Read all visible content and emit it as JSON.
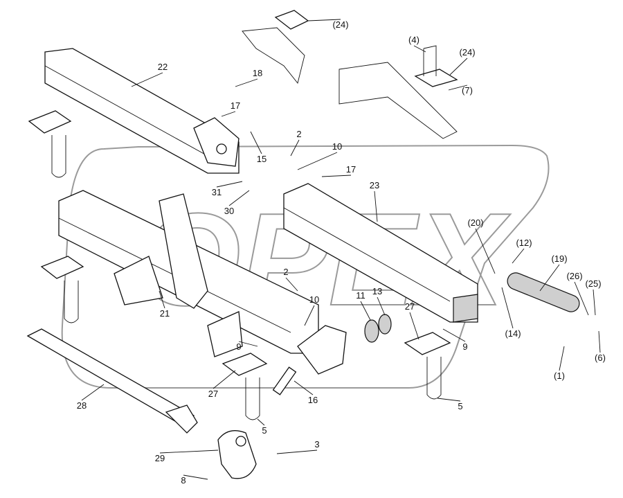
{
  "diagram": {
    "watermark": "OPEX",
    "labels": [
      "(24)",
      "(4)",
      "(24)",
      "(7)",
      "22",
      "18",
      "17",
      "2",
      "10",
      "17",
      "15",
      "31",
      "30",
      "23",
      "(20)",
      "(12)",
      "(19)",
      "(26)",
      "(25)",
      "(14)",
      "(6)",
      "(1)",
      "2",
      "10",
      "11",
      "13",
      "27",
      "9",
      "21",
      "9",
      "27",
      "16",
      "5",
      "5",
      "28",
      "29",
      "3",
      "8"
    ],
    "colors": {
      "line": "#111111",
      "watermark": "#9a9a9a",
      "shade": "#cfcfcf"
    }
  }
}
